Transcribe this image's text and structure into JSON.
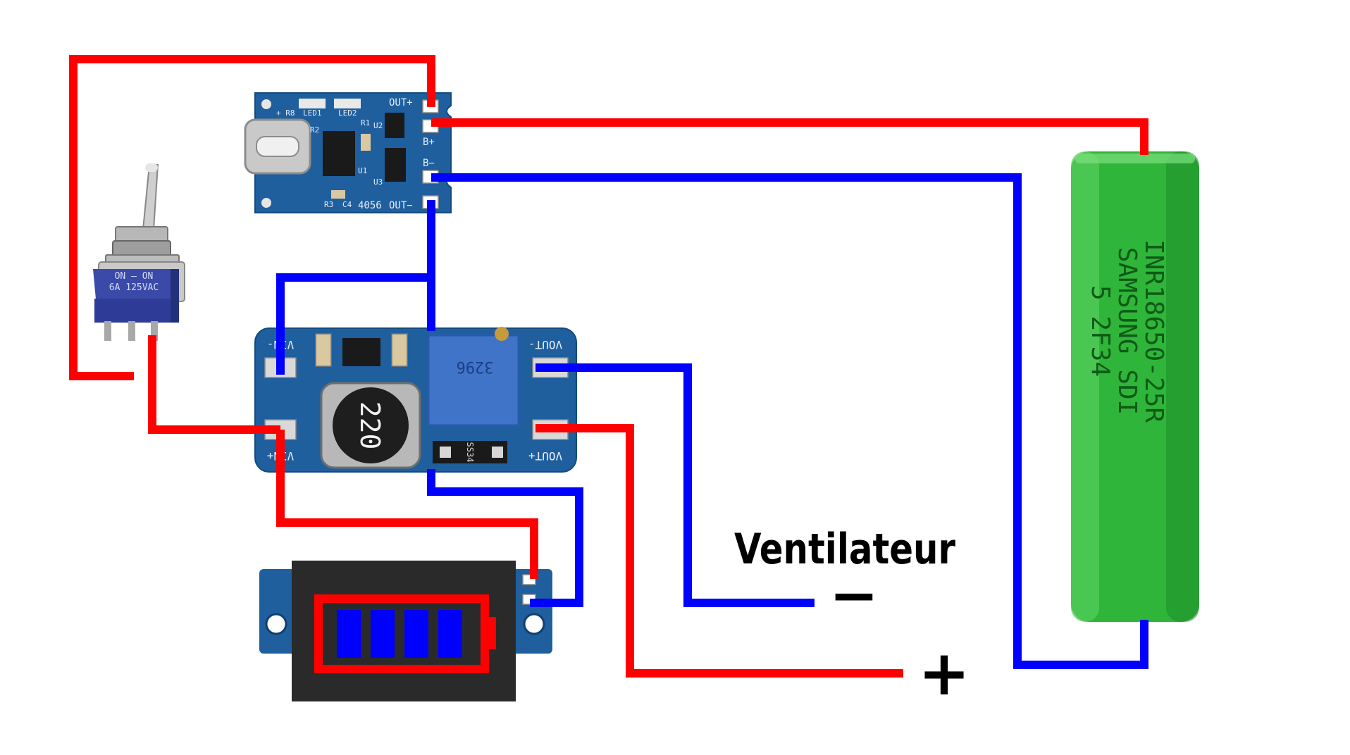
{
  "labels": {
    "fan": "Ventilateur",
    "minus": "−",
    "plus": "+"
  },
  "charger": {
    "out_plus": "OUT+",
    "out_minus": "OUT−",
    "b_plus": "B+",
    "b_minus": "B−",
    "model": "4056",
    "led1": "LED1",
    "led2": "LED2",
    "r8": "+ R8",
    "r1": "R1",
    "r2": "R2",
    "r3": "R3",
    "c4": "C4",
    "u1": "U1",
    "u2": "U2",
    "u3": "U3"
  },
  "boost": {
    "vin_minus": "VIN-",
    "vin_plus": "VIN+",
    "vout_minus": "VOUT-",
    "vout_plus": "VOUT+",
    "inductor": "220",
    "diode": "SS34",
    "pot": "3296"
  },
  "switch": {
    "line1": "ON — ON",
    "line2": "6A 125VAC"
  },
  "battery": {
    "line1": "INR18650-25R",
    "line2": "SAMSUNG SDI",
    "line3": "5  2F34",
    "color": "#2fb63a"
  },
  "colors": {
    "positive_wire": "#ff0000",
    "negative_wire": "#0000ff",
    "pcb": "#1f5f9e",
    "indicator_bar": "#0000ff"
  },
  "indicator": {
    "level_bars": 4
  }
}
